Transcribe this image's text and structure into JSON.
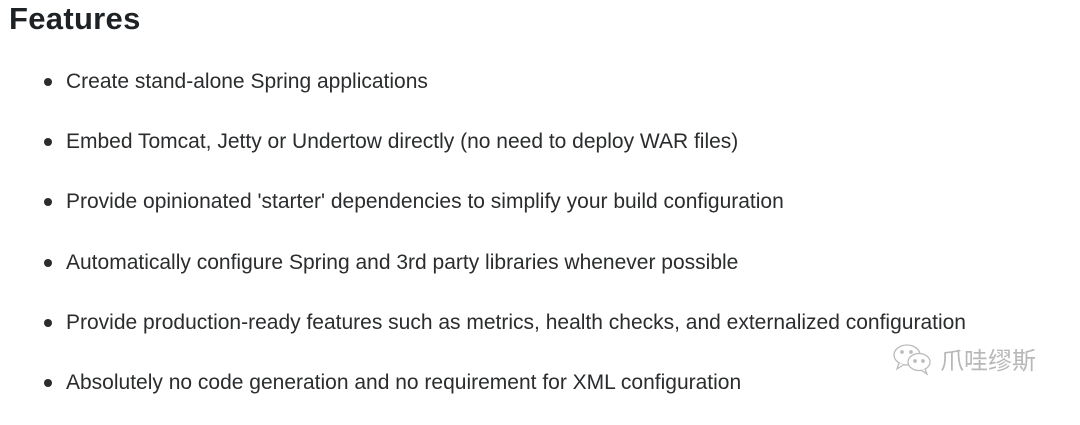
{
  "heading": "Features",
  "items": [
    "Create stand-alone Spring applications",
    "Embed Tomcat, Jetty or Undertow directly (no need to deploy WAR files)",
    "Provide opinionated 'starter' dependencies to simplify your build configuration",
    "Automatically configure Spring and 3rd party libraries whenever possible",
    "Provide production-ready features such as metrics, health checks, and externalized configuration",
    "Absolutely no code generation and no requirement for XML configuration"
  ],
  "watermark": {
    "icon": "wechat-icon",
    "text": "爪哇缪斯"
  }
}
